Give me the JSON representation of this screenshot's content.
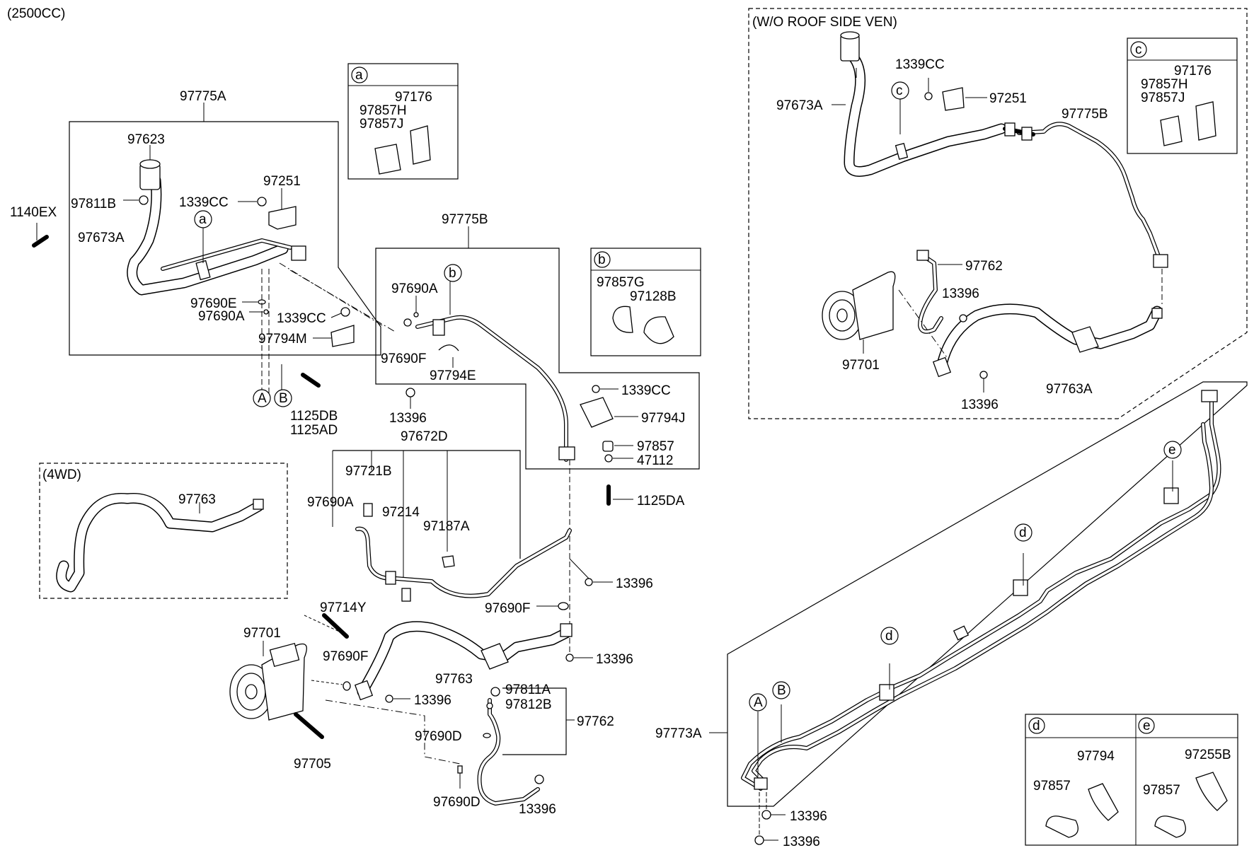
{
  "diagram": {
    "variant": "(2500CC)",
    "callouts": [
      {
        "id": "c01",
        "text": "97775A"
      },
      {
        "id": "c02",
        "text": "97623"
      },
      {
        "id": "c03",
        "text": "1140EX"
      },
      {
        "id": "c04",
        "text": "97811B"
      },
      {
        "id": "c05",
        "text": "97251"
      },
      {
        "id": "c06",
        "text": "1339CC"
      },
      {
        "id": "c07",
        "text": "97673A"
      },
      {
        "id": "c08",
        "text": "97690E"
      },
      {
        "id": "c09",
        "text": "97690A"
      },
      {
        "id": "c10",
        "text": "1339CC"
      },
      {
        "id": "c11",
        "text": "97794M"
      },
      {
        "id": "c12",
        "text": "1125DB"
      },
      {
        "id": "c13",
        "text": "1125AD"
      },
      {
        "id": "c14",
        "text": "97775B"
      },
      {
        "id": "c15",
        "text": "97690A"
      },
      {
        "id": "c16",
        "text": "97690F"
      },
      {
        "id": "c17",
        "text": "97794E"
      },
      {
        "id": "c18",
        "text": "13396"
      },
      {
        "id": "c19",
        "text": "1339CC"
      },
      {
        "id": "c20",
        "text": "97794J"
      },
      {
        "id": "c21",
        "text": "97857"
      },
      {
        "id": "c22",
        "text": "47112"
      },
      {
        "id": "c23",
        "text": "1125DA"
      },
      {
        "id": "c24",
        "text": "97672D"
      },
      {
        "id": "c25",
        "text": "97721B"
      },
      {
        "id": "c26",
        "text": "97690A"
      },
      {
        "id": "c27",
        "text": "97214"
      },
      {
        "id": "c28",
        "text": "97187A"
      },
      {
        "id": "c29",
        "text": "13396"
      },
      {
        "id": "c30",
        "text": "97690F"
      },
      {
        "id": "c31",
        "text": "97714Y"
      },
      {
        "id": "c32",
        "text": "97701"
      },
      {
        "id": "c33",
        "text": "97690F"
      },
      {
        "id": "c34",
        "text": "13396"
      },
      {
        "id": "c35",
        "text": "97763"
      },
      {
        "id": "c36",
        "text": "13396"
      },
      {
        "id": "c37",
        "text": "97811A"
      },
      {
        "id": "c38",
        "text": "97812B"
      },
      {
        "id": "c39",
        "text": "97762"
      },
      {
        "id": "c40",
        "text": "97690D"
      },
      {
        "id": "c41",
        "text": "97705"
      },
      {
        "id": "c42",
        "text": "97690D"
      },
      {
        "id": "c43",
        "text": "13396"
      },
      {
        "id": "c44",
        "text": "97763"
      },
      {
        "id": "c45",
        "text": "97673A"
      },
      {
        "id": "c46",
        "text": "1339CC"
      },
      {
        "id": "c47",
        "text": "97251"
      },
      {
        "id": "c48",
        "text": "97775B"
      },
      {
        "id": "c49",
        "text": "97762"
      },
      {
        "id": "c50",
        "text": "13396"
      },
      {
        "id": "c51",
        "text": "97701"
      },
      {
        "id": "c52",
        "text": "13396"
      },
      {
        "id": "c53",
        "text": "97763A"
      },
      {
        "id": "c54",
        "text": "97773A"
      },
      {
        "id": "c55",
        "text": "13396"
      },
      {
        "id": "c56",
        "text": "13396"
      }
    ],
    "ref_markers": {
      "A": "A",
      "B": "B",
      "a": "a",
      "b": "b",
      "c": "c",
      "d": "d",
      "e": "e"
    },
    "inset_a": {
      "tag": "a",
      "labels": [
        "97176",
        "97857H",
        "97857J"
      ]
    },
    "inset_b": {
      "tag": "b",
      "labels": [
        "97857G",
        "97128B"
      ]
    },
    "inset_c": {
      "tag": "c",
      "labels": [
        "97176",
        "97857H",
        "97857J"
      ]
    },
    "inset_d": {
      "tag": "d",
      "labels": [
        "97794",
        "97857"
      ]
    },
    "inset_e": {
      "tag": "e",
      "labels": [
        "97255B",
        "97857"
      ]
    },
    "box_4wd": {
      "title": "(4WD)",
      "label": "97763"
    },
    "box_roof": {
      "title": "(W/O ROOF SIDE VEN)"
    }
  }
}
